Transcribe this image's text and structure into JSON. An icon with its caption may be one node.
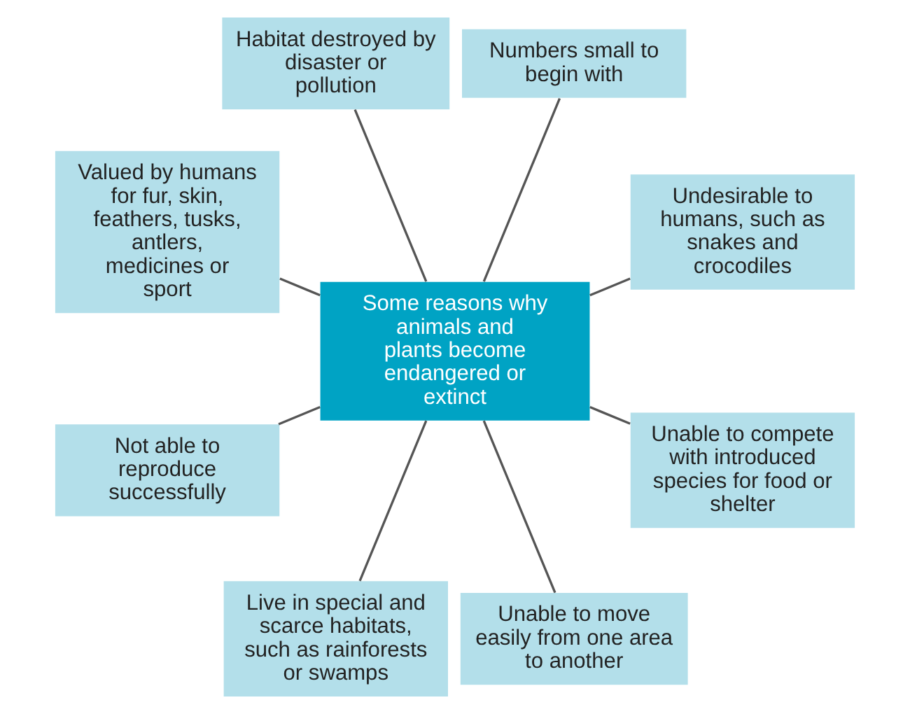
{
  "diagram": {
    "nodes": [
      {
        "text": [
          "Some reasons why animals and plants become endangered or extinct"
        ]
      },
      {
        "text": [
          "Undesirable to humans, such as snakes and crocodiles"
        ]
      },
      {
        "text": [
          "Numbers small to begin with"
        ]
      },
      {
        "text": [
          "Habitat destroyed by disaster or pollution"
        ]
      },
      {
        "text": [
          "Valued by humans for fur, skin, feathers, tusks, antlers, medicines or sport"
        ]
      },
      {
        "text": [
          "Not able to reproduce successfully"
        ]
      },
      {
        "text": [
          "Live in special and scarce habitats, such as rainforests or swamps"
        ]
      },
      {
        "text": [
          "Unable to move easily from one area to another"
        ]
      },
      {
        "text": [
          "Unable to compete with introduced species for food or shelter"
        ]
      }
    ],
    "edges": [
      {
        "from": 0,
        "to": 1,
        "arrow": "none"
      },
      {
        "from": 0,
        "to": 3,
        "arrow": "none"
      },
      {
        "from": 0,
        "to": 5,
        "arrow": "none"
      },
      {
        "from": 0,
        "to": 6,
        "arrow": "none"
      },
      {
        "from": 0,
        "to": 8,
        "arrow": "none"
      },
      {
        "from": 0,
        "to": 7,
        "arrow": "none"
      },
      {
        "from": 0,
        "to": 4,
        "arrow": "none"
      },
      {
        "from": 0,
        "to": 2,
        "arrow": "none"
      }
    ]
  }
}
